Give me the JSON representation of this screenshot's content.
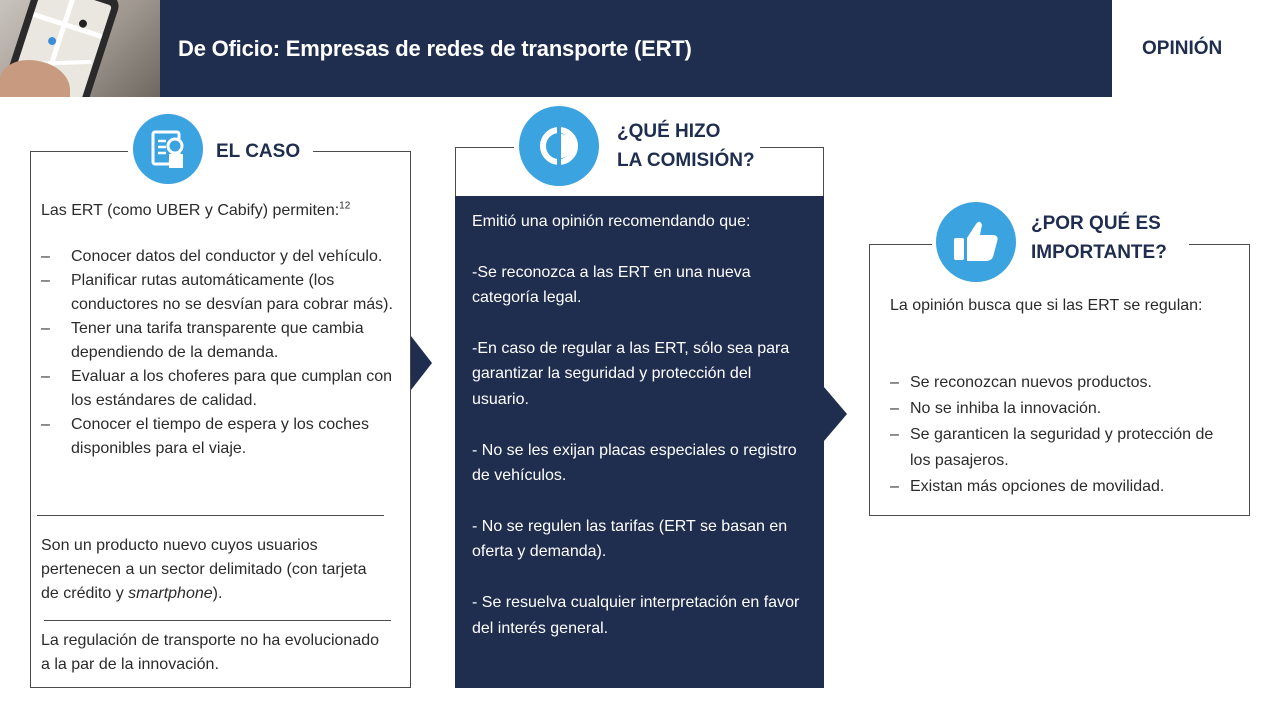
{
  "header": {
    "title": "De Oficio: Empresas de redes de transporte (ERT)",
    "tag": "OPINIÓN"
  },
  "colors": {
    "navy": "#1f2d4f",
    "accent_blue": "#3ba3df"
  },
  "icons": {
    "caso": "document-search-icon",
    "comision": "circle-split-icon",
    "importante": "thumbs-up-icon"
  },
  "caso": {
    "heading": "EL CASO",
    "intro": "Las ERT (como UBER y Cabify) permiten:",
    "intro_sup": "12",
    "bullets": [
      "Conocer datos del conductor y del vehículo.",
      "Planificar rutas automáticamente (los conductores no se desvían para cobrar más).",
      "Tener una tarifa transparente que cambia dependiendo de la demanda.",
      "Evaluar a los choferes para que cumplan con los estándares de calidad.",
      "Conocer el tiempo de espera y los coches disponibles para el viaje."
    ],
    "bullet_marker": "–",
    "p2_before": "Son un producto nuevo cuyos usuarios pertenecen a un sector delimitado (con tarjeta de crédito y ",
    "p2_italic": "smartphone",
    "p2_after": ").",
    "p3": "La regulación de transporte no ha evolucionado a la par de la innovación."
  },
  "comision": {
    "heading_line1": "¿QUÉ HIZO",
    "heading_line2": "LA COMISIÓN?",
    "paragraphs": [
      "Emitió una opinión recomendando que:",
      "-Se reconozca a las ERT en una nueva categoría legal.",
      "-En caso de regular a las ERT, sólo sea para garantizar la seguridad y protección del usuario.",
      "- No se les exijan placas especiales o registro de vehículos.",
      "- No se regulen las tarifas (ERT se basan en oferta  y demanda).",
      "- Se resuelva cualquier interpretación en favor del interés general."
    ]
  },
  "importante": {
    "heading_line1": "¿POR QUÉ ES",
    "heading_line2": "IMPORTANTE?",
    "intro": "La opinión busca que si las ERT se regulan:",
    "bullet_marker": "–",
    "bullets": [
      "Se reconozcan nuevos productos.",
      "No se inhiba la innovación.",
      "Se garanticen la seguridad y protección de los pasajeros.",
      "Existan más opciones de movilidad."
    ]
  }
}
